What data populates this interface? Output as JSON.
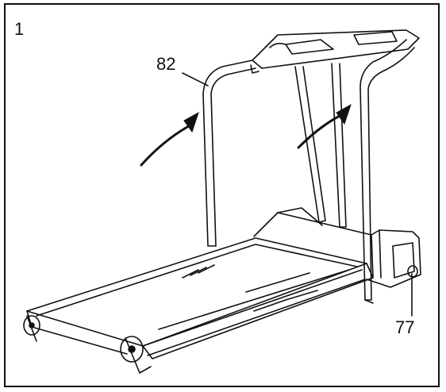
{
  "figure": {
    "step_number": "1",
    "callouts": [
      {
        "label": "82"
      },
      {
        "label": "77"
      }
    ],
    "ink_color": "#111111",
    "paper_color": "#ffffff",
    "icons": [
      "treadmill-illustration",
      "arrow-icon"
    ]
  }
}
